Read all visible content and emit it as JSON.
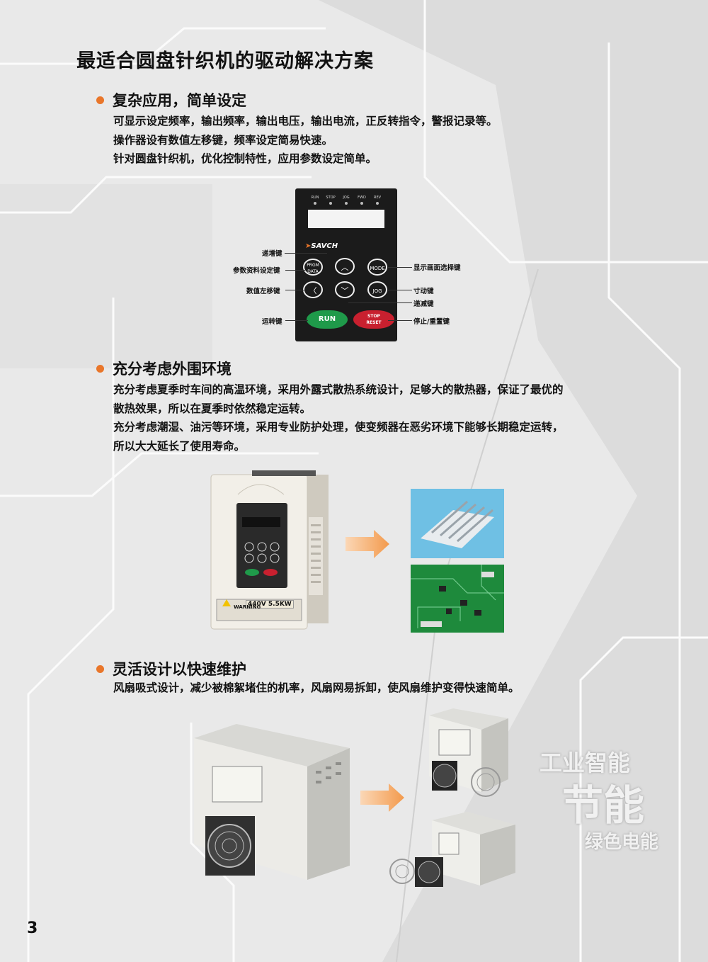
{
  "title": "最适合圆盘针织机的驱动解决方案",
  "sections": [
    {
      "heading": "复杂应用，简单设定",
      "lines": [
        "可显示设定频率，输出频率，输出电压，输出电流，正反转指令，警报记录等。",
        "操作器设有数值左移键，频率设定简易快速。",
        "针对圆盘针织机，优化控制特性，应用参数设定简单。"
      ]
    },
    {
      "heading": "充分考虑外围环境",
      "lines": [
        "充分考虑夏季时车间的高温环境，采用外露式散热系统设计，足够大的散热器，保证了最优的",
        "散热效果，所以在夏季时依然稳定运转。",
        "充分考虑潮湿、油污等环境，采用专业防护处理，使变频器在恶劣环境下能够长期稳定运转，",
        "所以大大延长了使用寿命。"
      ]
    },
    {
      "heading": "灵活设计以快速维护",
      "lines": [
        "风扇吸式设计，减少被棉絮堵住的机率，风扇网易拆卸，使风扇维护变得快速简单。"
      ]
    }
  ],
  "keypad": {
    "leds": [
      "RUN",
      "STOP",
      "JOG",
      "FWD",
      "REV"
    ],
    "brand": "SAVCH",
    "keys": {
      "prgm": "PRGM\nDATA",
      "up": "︿",
      "mode": "MODE",
      "left": "〈",
      "down": "﹀",
      "jog": "JOG",
      "run": "RUN",
      "stop": "STOP\nRESET"
    },
    "labels": {
      "increment": "递增键",
      "param": "参数资料设定键",
      "shift": "数值左移键",
      "run": "运转键",
      "display": "显示画面选择键",
      "jog": "寸动键",
      "decrement": "递减键",
      "stop": "停止/重置键"
    }
  },
  "device_label": "440V 5.5KW",
  "device_warning": "WARNING",
  "watermark": [
    "工业智能",
    "节能",
    "绿色电能"
  ],
  "page_number": "3",
  "colors": {
    "accent": "#e9762a",
    "run_key": "#1f9a4a",
    "stop_key": "#c8202f",
    "heatsink_bg": "#6fc0e4",
    "pcb": "#1e8a3c"
  }
}
